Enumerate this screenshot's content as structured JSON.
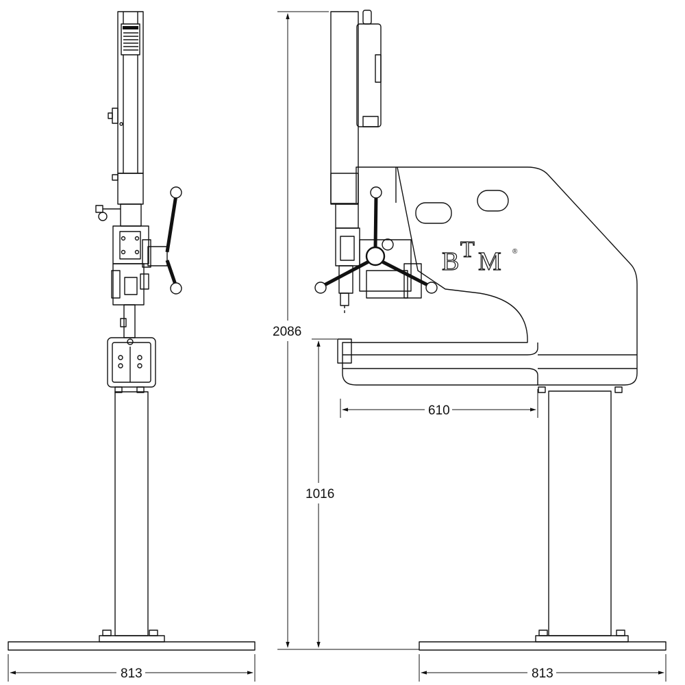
{
  "dimensions": {
    "overall_height": "2086",
    "working_height": "1016",
    "throat_depth": "610",
    "base_width_side": "813",
    "base_width_front": "813"
  },
  "logo": {
    "letters": [
      "B",
      "T",
      "M"
    ],
    "registered_mark": "®"
  },
  "colors": {
    "line": "#111111",
    "background": "#ffffff"
  }
}
